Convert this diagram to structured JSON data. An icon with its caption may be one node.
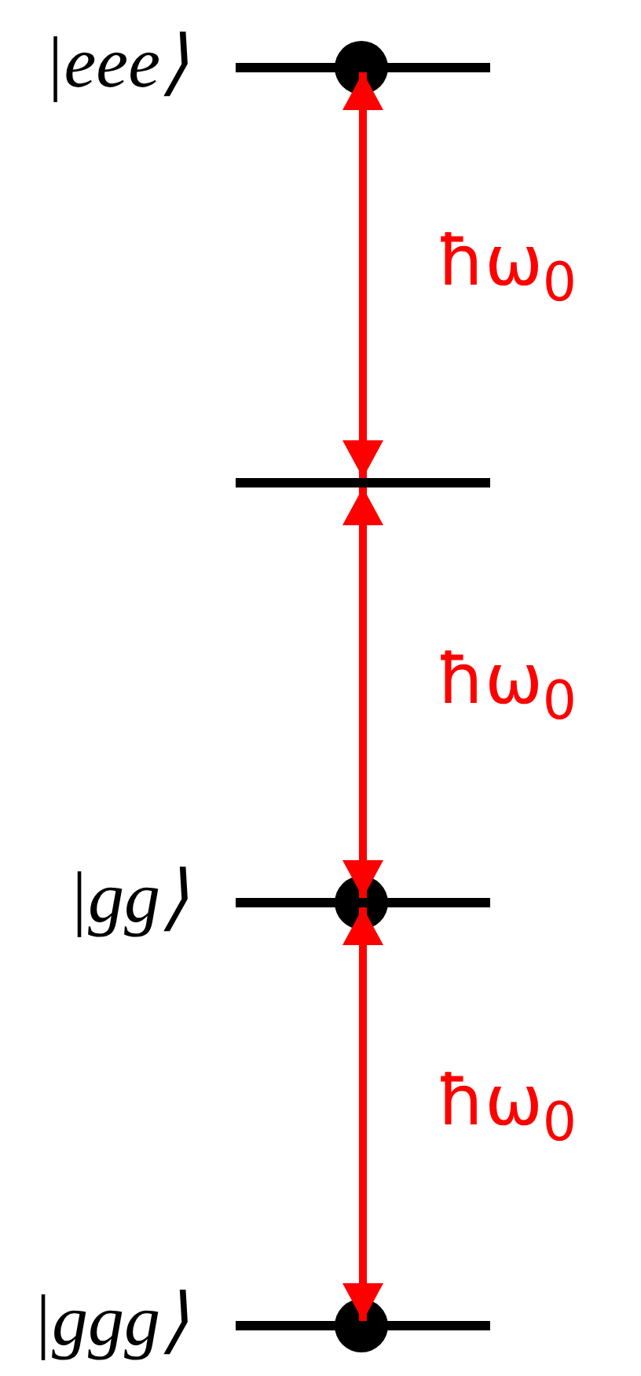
{
  "diagram": {
    "nodes": [
      {
        "text": [
          "|eee⟩"
        ]
      },
      {
        "text": [],
        "shape": "bar"
      },
      {
        "text": [
          "|gg⟩"
        ]
      },
      {
        "text": [
          "|ggg⟩"
        ]
      }
    ],
    "edges": [
      {
        "from": 0,
        "to": 1,
        "arrow": "both",
        "label": "ħω$_{0}$"
      },
      {
        "from": 1,
        "to": 2,
        "arrow": "both",
        "label": "ħω$_{0}$"
      },
      {
        "from": 2,
        "to": 3,
        "arrow": "both",
        "label": "ħω$_{0}$"
      }
    ]
  }
}
